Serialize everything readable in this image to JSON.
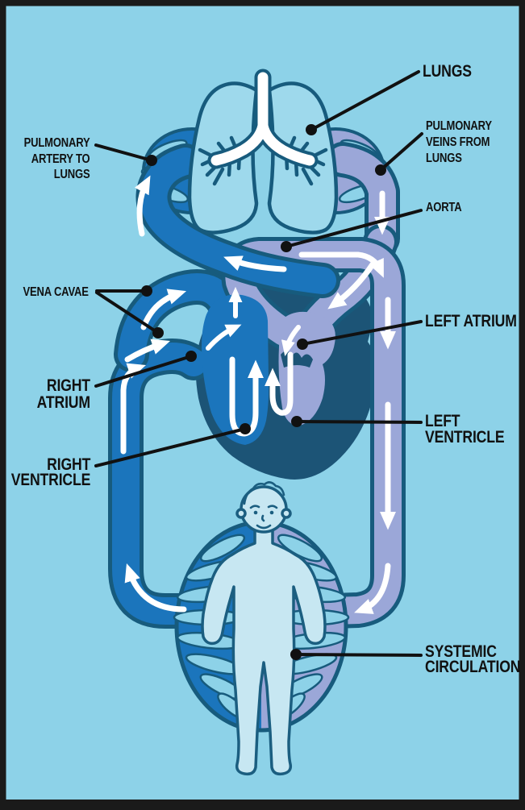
{
  "diagram": {
    "type": "human-circulatory-system",
    "labels": {
      "lungs": {
        "text": "LUNGS"
      },
      "pulmonary_artery": {
        "lines": [
          "PULMONARY",
          "ARTERY TO",
          "LUNGS"
        ]
      },
      "pulmonary_veins": {
        "lines": [
          "PULMONARY",
          "VEINS FROM",
          "LUNGS"
        ]
      },
      "aorta": {
        "text": "AORTA"
      },
      "vena_cavae": {
        "text": "VENA CAVAE"
      },
      "right_atrium": {
        "lines": [
          "RIGHT",
          "ATRIUM"
        ]
      },
      "right_ventricle": {
        "lines": [
          "RIGHT",
          "VENTRICLE"
        ]
      },
      "left_atrium": {
        "text": "LEFT ATRIUM"
      },
      "left_ventricle": {
        "lines": [
          "LEFT",
          "VENTRICLE"
        ]
      },
      "systemic_circulation": {
        "lines": [
          "SYSTEMIC",
          "CIRCULATION"
        ]
      }
    },
    "colors": {
      "background": "#8DD2E8",
      "deoxygenated_blood": "#1B75BC",
      "oxygenated_blood": "#9BA7D8",
      "vessel_outline": "#175B7D",
      "heart_body": "#1C5476",
      "lung_fill": "#9ED9EC",
      "body_fill": "#C7E7F2",
      "flow_arrow": "#FFFFFF",
      "label_text": "#111111",
      "frame": "#1A1A1A"
    }
  }
}
